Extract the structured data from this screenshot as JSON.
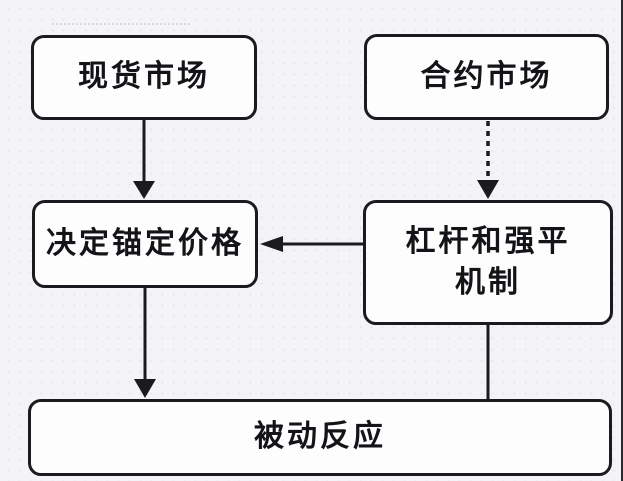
{
  "diagram": {
    "type": "flowchart",
    "background_color": "#f4f4f6",
    "node_fill_color": "#fdfdfd",
    "stroke_color": "#1b1b1f",
    "nodes": {
      "spot_market": {
        "label": "现货市场"
      },
      "contract_market": {
        "label": "合约市场"
      },
      "anchor_price": {
        "label": "决定锚定价格"
      },
      "leverage": {
        "label": "杠杆和强平机制",
        "label_line1": "杠杆和强平",
        "label_line2": "机制"
      },
      "passive_reaction": {
        "label": "被动反应"
      }
    },
    "edges": [
      {
        "from": "spot_market",
        "to": "anchor_price",
        "style": "solid",
        "arrowhead": true
      },
      {
        "from": "contract_market",
        "to": "leverage",
        "style": "dashed",
        "arrowhead": true
      },
      {
        "from": "leverage",
        "to": "anchor_price",
        "style": "solid",
        "arrowhead": true
      },
      {
        "from": "anchor_price",
        "to": "passive_reaction",
        "style": "solid",
        "arrowhead": true
      },
      {
        "from": "leverage",
        "to": "passive_reaction",
        "style": "solid",
        "arrowhead": false
      }
    ]
  }
}
